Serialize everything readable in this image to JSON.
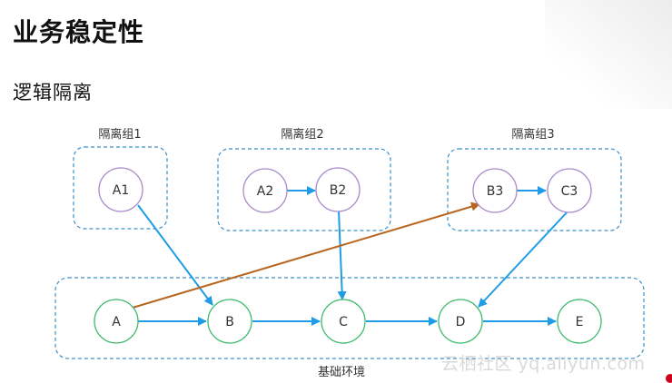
{
  "slide": {
    "title": "业务稳定性",
    "subtitle": "逻辑隔离",
    "watermark": "云栖社区 yq.aliyun.com"
  },
  "colors": {
    "group_border": "#3a8fc8",
    "node_purple": "#a889c9",
    "node_green": "#3cba6b",
    "arrow_blue": "#1e9de6",
    "arrow_brown": "#b8651f"
  },
  "diagram": {
    "groups": [
      {
        "id": "g1",
        "label": "隔离组1"
      },
      {
        "id": "g2",
        "label": "隔离组2"
      },
      {
        "id": "g3",
        "label": "隔离组3"
      },
      {
        "id": "base",
        "label": "基础环境"
      }
    ],
    "nodes": [
      {
        "id": "A1",
        "label": "A1",
        "group": "g1"
      },
      {
        "id": "A2",
        "label": "A2",
        "group": "g2"
      },
      {
        "id": "B2",
        "label": "B2",
        "group": "g2"
      },
      {
        "id": "B3",
        "label": "B3",
        "group": "g3"
      },
      {
        "id": "C3",
        "label": "C3",
        "group": "g3"
      },
      {
        "id": "A",
        "label": "A",
        "group": "base"
      },
      {
        "id": "B",
        "label": "B",
        "group": "base"
      },
      {
        "id": "C",
        "label": "C",
        "group": "base"
      },
      {
        "id": "D",
        "label": "D",
        "group": "base"
      },
      {
        "id": "E",
        "label": "E",
        "group": "base"
      }
    ],
    "edges": [
      {
        "from": "A2",
        "to": "B2",
        "color": "blue"
      },
      {
        "from": "B3",
        "to": "C3",
        "color": "blue"
      },
      {
        "from": "A",
        "to": "B",
        "color": "blue"
      },
      {
        "from": "B",
        "to": "C",
        "color": "blue"
      },
      {
        "from": "C",
        "to": "D",
        "color": "blue"
      },
      {
        "from": "D",
        "to": "E",
        "color": "blue"
      },
      {
        "from": "A1",
        "to": "B",
        "color": "blue"
      },
      {
        "from": "B2",
        "to": "C",
        "color": "blue"
      },
      {
        "from": "C3",
        "to": "D",
        "color": "blue"
      },
      {
        "from": "A",
        "to": "B3",
        "color": "brown"
      }
    ]
  }
}
